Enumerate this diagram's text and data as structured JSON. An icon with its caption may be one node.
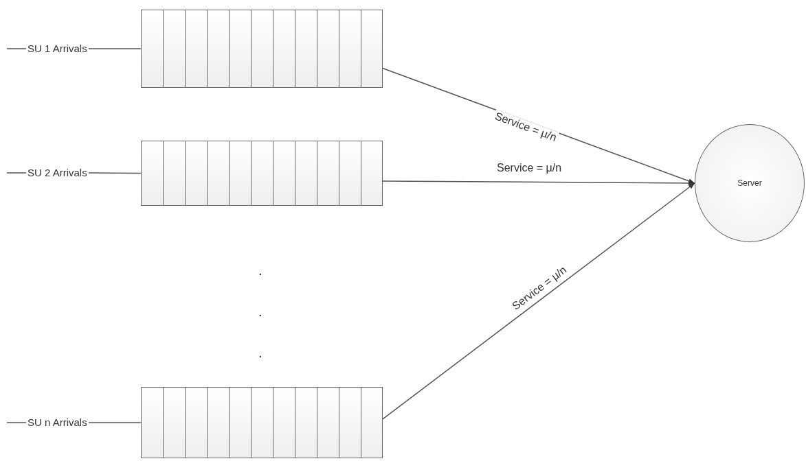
{
  "diagram": {
    "nodes": [
      {
        "text": [
          "SU 1 Arrivals"
        ]
      },
      {
        "text": [],
        "shape": "box"
      },
      {
        "text": [
          "SU 2 Arrivals"
        ]
      },
      {
        "text": [],
        "shape": "box"
      },
      {
        "text": [
          "SU n Arrivals"
        ]
      },
      {
        "text": [],
        "shape": "box"
      },
      {
        "text": [
          "Server"
        ]
      }
    ],
    "edges": [
      {
        "from": null,
        "to": 0,
        "arrow": "none"
      },
      {
        "from": 0,
        "to": 1,
        "arrow": "none"
      },
      {
        "from": null,
        "to": 2,
        "arrow": "none"
      },
      {
        "from": 2,
        "to": 3,
        "arrow": "none"
      },
      {
        "from": null,
        "to": 4,
        "arrow": "none"
      },
      {
        "from": 4,
        "to": 5,
        "arrow": "none"
      },
      {
        "from": 1,
        "to": 6,
        "arrow": "to",
        "label": "Service = μ/n"
      },
      {
        "from": 3,
        "to": 6,
        "arrow": "to",
        "label": "Service = μ/n"
      },
      {
        "from": 5,
        "to": 6,
        "arrow": "to",
        "label": "Service = μ/n"
      }
    ],
    "labels": [
      ".",
      ".",
      "."
    ]
  }
}
